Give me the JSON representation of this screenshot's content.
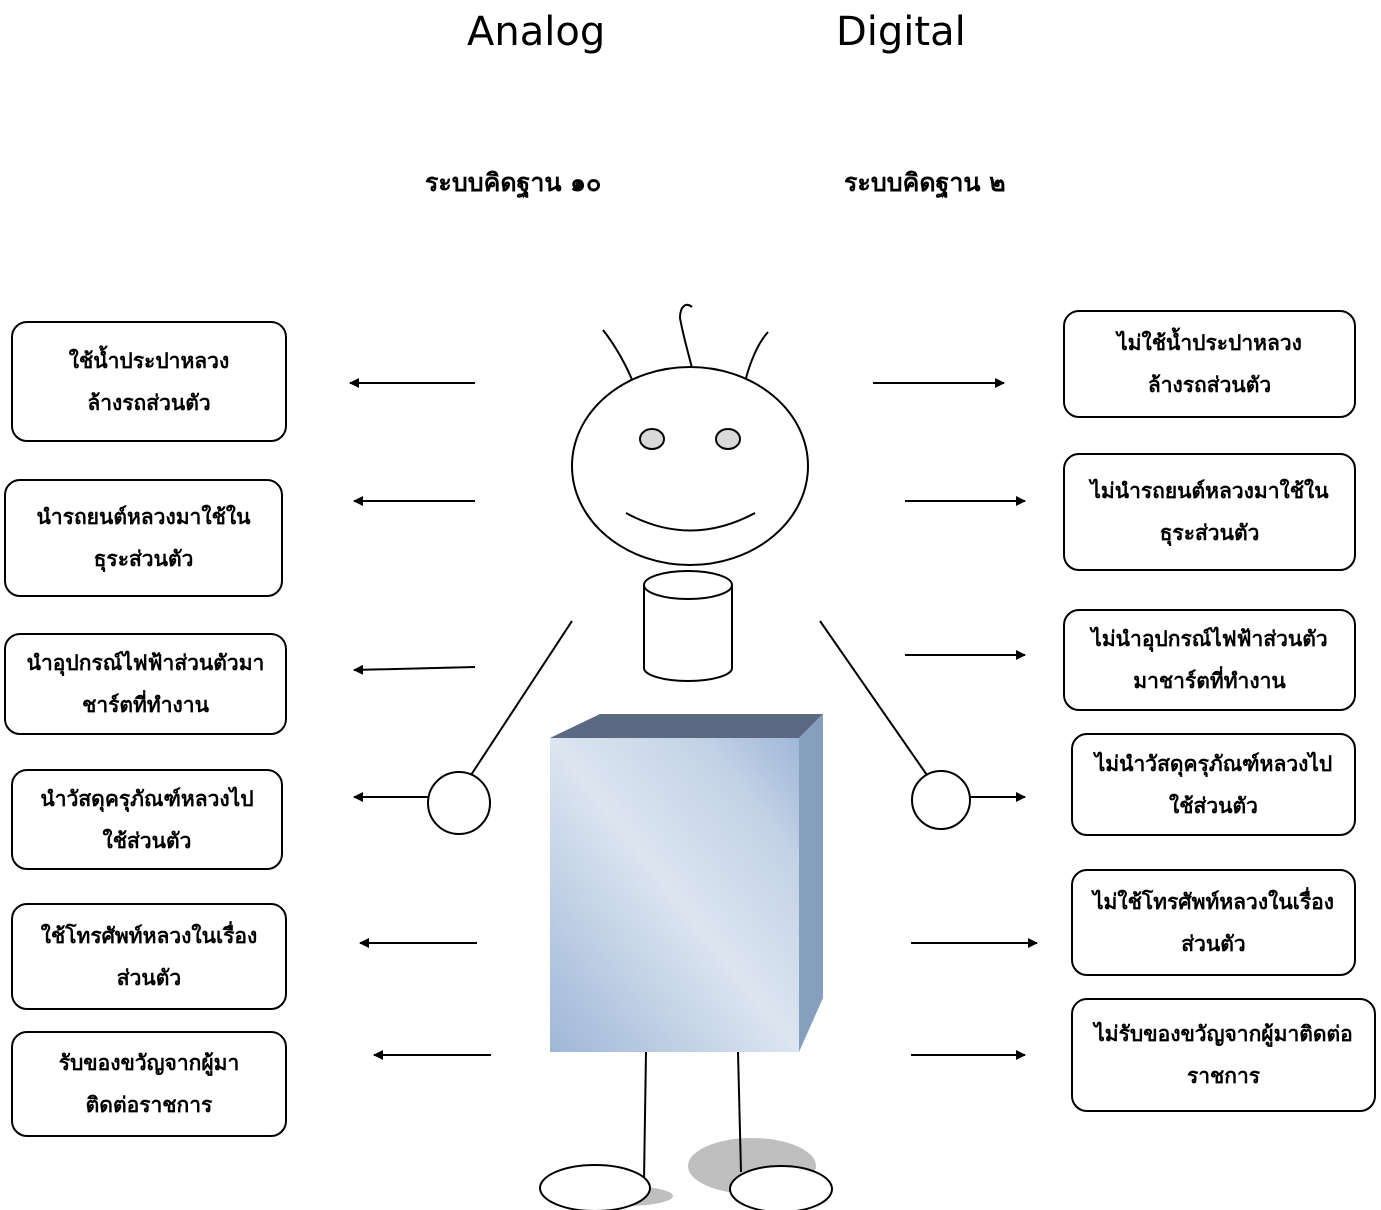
{
  "headings": {
    "analog": "Analog",
    "digital": "Digital"
  },
  "subheadings": {
    "analog": "ระบบคิดฐาน ๑๐",
    "digital": "ระบบคิดฐาน ๒"
  },
  "analog_items": [
    [
      "ใช้น้ำประปาหลวง",
      "ล้างรถส่วนตัว"
    ],
    [
      "นำรถยนต์หลวงมาใช้ใน",
      "ธุระส่วนตัว"
    ],
    [
      "นำอุปกรณ์ไฟฟ้าส่วนตัวมา",
      "ชาร์ตที่ทำงาน"
    ],
    [
      "นำวัสดุครุภัณฑ์หลวงไป",
      "ใช้ส่วนตัว"
    ],
    [
      "ใช้โทรศัพท์หลวงในเรื่อง",
      "ส่วนตัว"
    ],
    [
      "รับของขวัญจากผู้มา",
      "ติดต่อราชการ"
    ]
  ],
  "digital_items": [
    [
      "ไม่ใช้น้ำประปาหลวง",
      "ล้างรถส่วนตัว"
    ],
    [
      "ไม่นำรถยนต์หลวงมาใช้ใน",
      "ธุระส่วนตัว"
    ],
    [
      "ไม่นำอุปกรณ์ไฟฟ้าส่วนตัว",
      "มาชาร์ตที่ทำงาน"
    ],
    [
      "ไม่นำวัสดุครุภัณฑ์หลวงไป",
      "ใช้ส่วนตัว"
    ],
    [
      "ไม่ใช้โทรศัพท์หลวงในเรื่อง",
      "ส่วนตัว"
    ],
    [
      "ไม่รับของขวัญจากผู้มาติดต่อ",
      "ราชการ"
    ]
  ],
  "colors": {
    "box_light": "#dce5f0",
    "box_mid": "#9fb7d8",
    "box_side": "#869fbf",
    "box_top": "#5b6a82",
    "eye": "#d9d9d9",
    "shadow": "#bfbfbf"
  }
}
